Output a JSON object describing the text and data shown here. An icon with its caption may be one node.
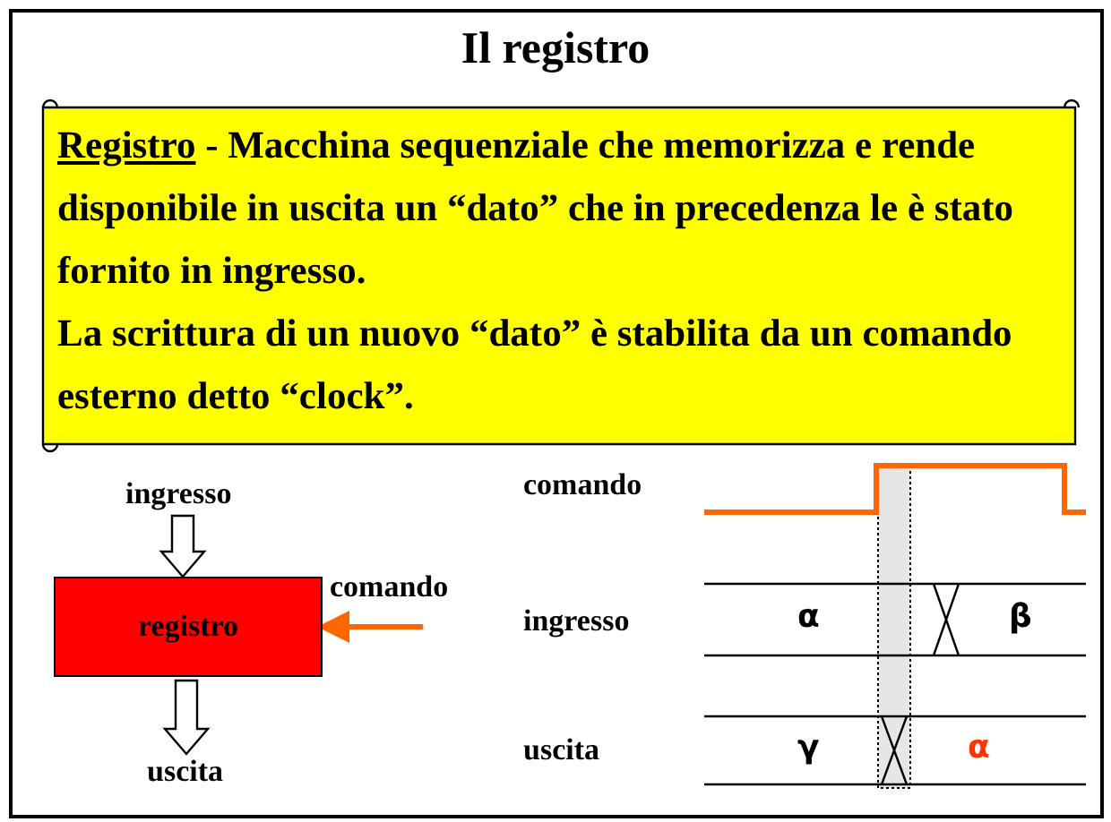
{
  "diagram": {
    "title": "Il registro",
    "nodes": [
      {
        "text": [
          "Registro",
          "- Macchina sequenziale che memorizza e rende disponibile in uscita un “dato” che in precedenza le è stato fornito in ingresso.",
          "La scrittura di un nuovo “dato” è stabilita da un comando esterno detto “clock”."
        ]
      },
      {
        "text": [
          "ingresso"
        ]
      },
      {
        "text": [
          "registro"
        ]
      },
      {
        "text": [
          "comando"
        ]
      },
      {
        "text": [
          "uscita"
        ]
      }
    ],
    "edges": [
      {
        "from": 1,
        "to": 2,
        "arrow": "to"
      },
      {
        "from": 3,
        "to": 2,
        "arrow": "to",
        "color": "#ff6600"
      },
      {
        "from": 2,
        "to": 4,
        "arrow": "to"
      }
    ],
    "labels": [
      "comando",
      "ingresso",
      "α",
      "β",
      "uscita",
      "γ",
      "α"
    ]
  }
}
